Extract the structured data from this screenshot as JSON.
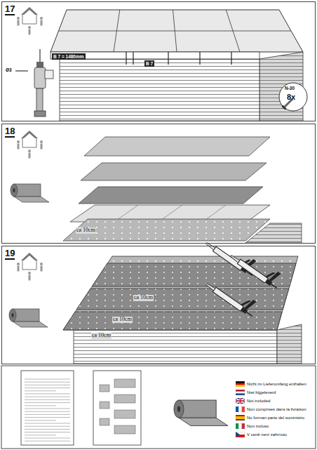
{
  "diagram": {
    "nodes": [
      {
        "text": [
          "17"
        ]
      },
      {
        "text": [
          "18"
        ]
      },
      {
        "text": [
          "19"
        ]
      }
    ],
    "labels": [
      "B 7 = 1480mm",
      "B 7",
      "Ø3",
      "N-30",
      "8x",
      "ca 10cm",
      "ca 10cm",
      "ca 10cm",
      "ca 10cm"
    ],
    "legend": [
      {
        "text": "Nicht im Lieferumfang enthalten"
      },
      {
        "text": "Niet bijgeleverd"
      },
      {
        "text": "Not included"
      },
      {
        "text": "Non comprises dans la livraison"
      },
      {
        "text": "No forman parte del suministro"
      },
      {
        "text": "Non incluso"
      },
      {
        "text": "V ceně není zahrnuto"
      }
    ]
  }
}
